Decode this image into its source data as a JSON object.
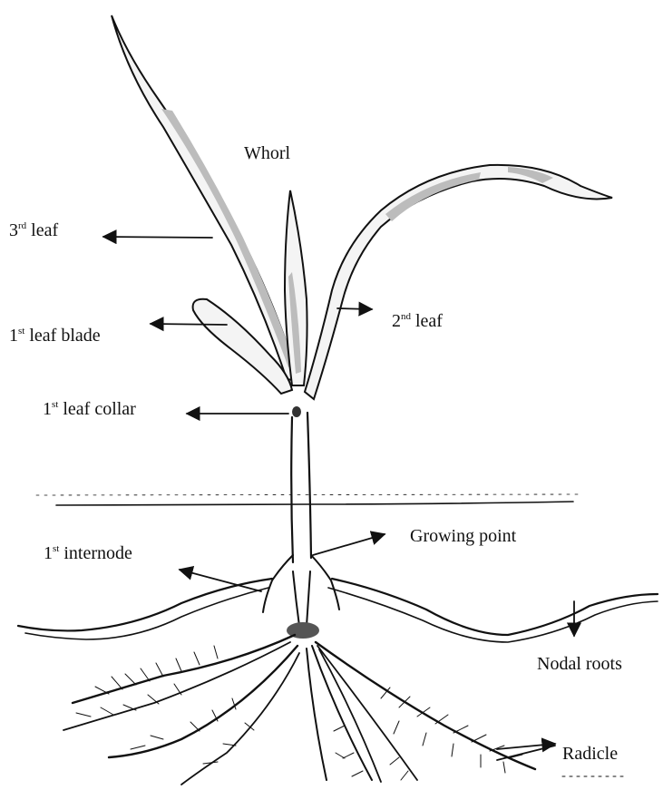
{
  "labels": {
    "whorl": "Whorl",
    "third_leaf": {
      "prefix": "3",
      "sup": "rd",
      "suffix": " leaf"
    },
    "first_leaf_blade": {
      "prefix": "1",
      "sup": "st",
      "suffix": " leaf blade"
    },
    "second_leaf": {
      "prefix": "2",
      "sup": "nd",
      "suffix": " leaf"
    },
    "first_leaf_collar": {
      "prefix": "1",
      "sup": "st",
      "suffix": " leaf collar"
    },
    "growing_point": "Growing point",
    "first_internode": {
      "prefix": "1",
      "sup": "st",
      "suffix": " internode"
    },
    "nodal_roots": "Nodal roots",
    "radicle": "Radicle"
  }
}
